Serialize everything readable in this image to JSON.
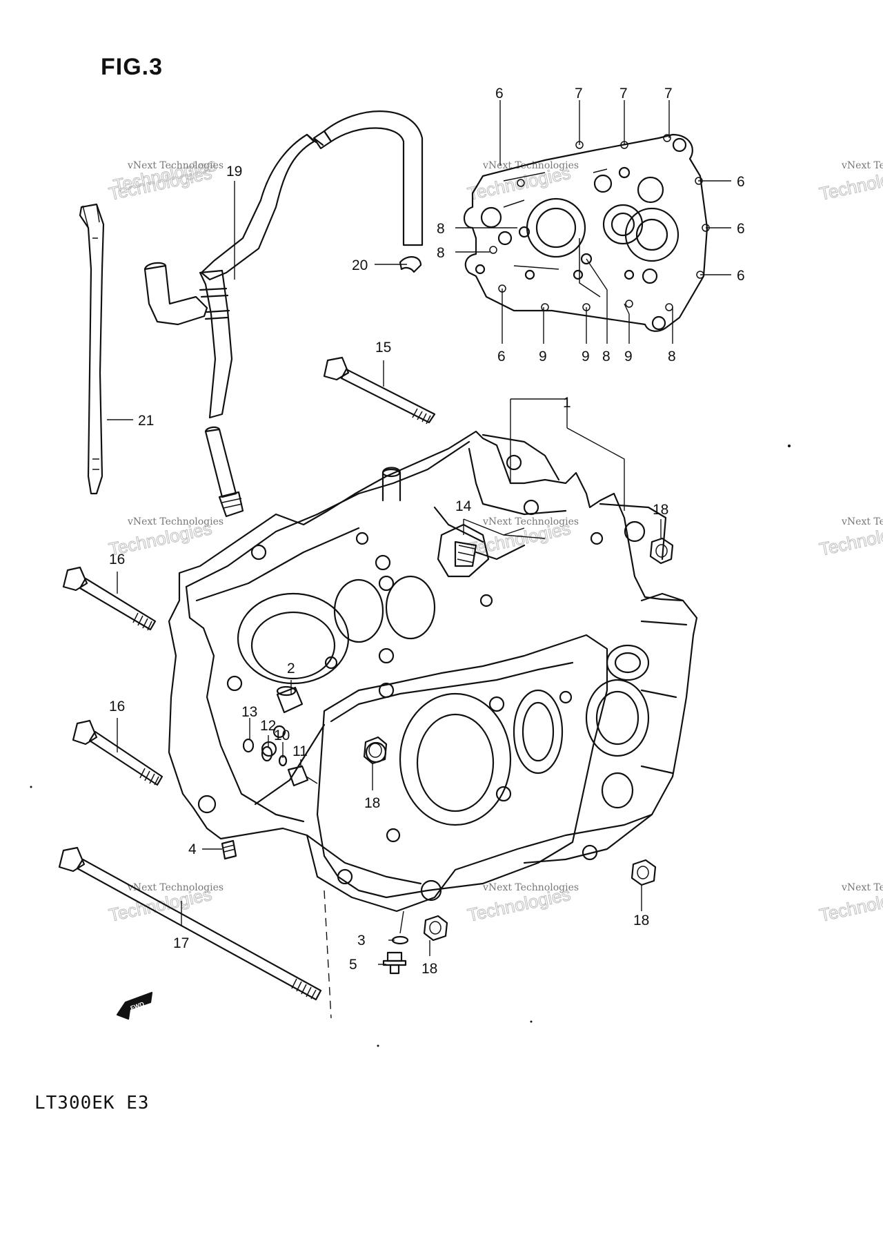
{
  "figure_title": "FIG.3",
  "model_code": "LT300EK  E3",
  "watermark": {
    "line1": "vNext Technologies",
    "line2": "Technologies",
    "top_mark": "vNext"
  },
  "fwd_label": "FWD",
  "callouts": [
    "1",
    "2",
    "3",
    "4",
    "5",
    "6",
    "6",
    "6",
    "6",
    "6",
    "7",
    "7",
    "7",
    "8",
    "8",
    "8",
    "8",
    "9",
    "9",
    "9",
    "10",
    "11",
    "12",
    "13",
    "14",
    "15",
    "16",
    "16",
    "17",
    "18",
    "18",
    "18",
    "18",
    "19",
    "20",
    "21"
  ]
}
